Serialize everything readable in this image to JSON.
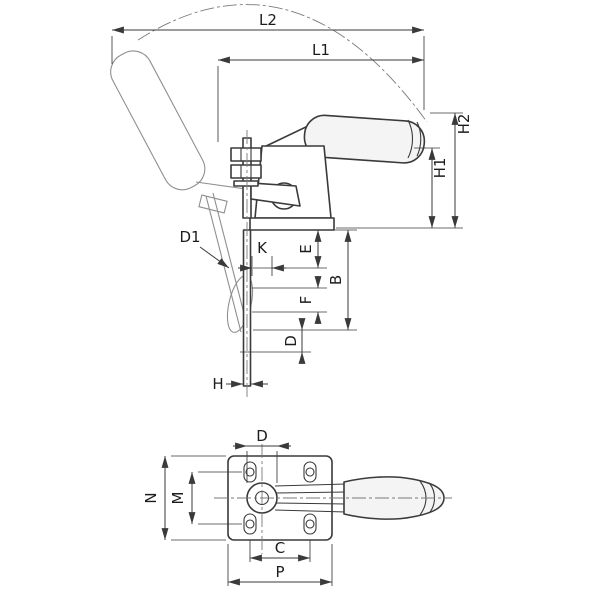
{
  "drawing": {
    "description": "Two-view dimensional line drawing of a vertical toggle clamp (side elevation with open-position phantom, and plan view of mounting base with handle)",
    "side_view": {
      "L2": "L2",
      "L1": "L1",
      "H2": "H2",
      "H1": "H1",
      "D1": "D1",
      "K": "K",
      "E": "E",
      "B": "B",
      "F": "F",
      "D": "D",
      "H": "H"
    },
    "plan_view": {
      "D": "D",
      "N": "N",
      "M": "M",
      "C": "C",
      "P": "P"
    },
    "colors": {
      "outline": "#3a3a3a",
      "phantom": "#8f8f8f",
      "centerline": "#7a7a7a",
      "dimension": "#3a3a3a",
      "background": "#ffffff",
      "part_fill": "#f4f4f4"
    }
  }
}
